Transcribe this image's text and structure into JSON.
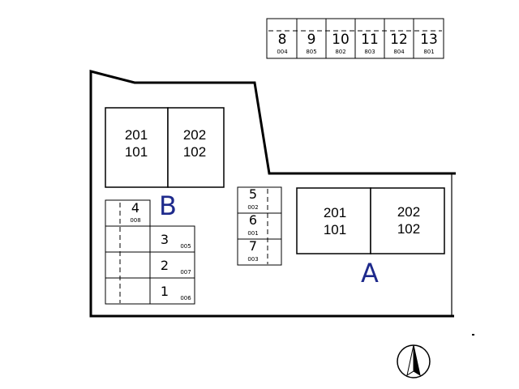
{
  "top_parking": [
    {
      "num": "8",
      "code": "004"
    },
    {
      "num": "9",
      "code": "805"
    },
    {
      "num": "10",
      "code": "802"
    },
    {
      "num": "11",
      "code": "803"
    },
    {
      "num": "12",
      "code": "804"
    },
    {
      "num": "13",
      "code": "801"
    }
  ],
  "building_b": {
    "label": "B",
    "units": [
      {
        "upper": "201",
        "lower": "101"
      },
      {
        "upper": "202",
        "lower": "102"
      }
    ]
  },
  "building_a": {
    "label": "A",
    "units": [
      {
        "upper": "201",
        "lower": "101"
      },
      {
        "upper": "202",
        "lower": "102"
      }
    ]
  },
  "left_parking": [
    {
      "num": "4",
      "code": "008"
    },
    {
      "num": "3",
      "code": "005"
    },
    {
      "num": "2",
      "code": "007"
    },
    {
      "num": "1",
      "code": "006"
    }
  ],
  "middle_parking": [
    {
      "num": "5",
      "code": "002"
    },
    {
      "num": "6",
      "code": "001"
    },
    {
      "num": "7",
      "code": "003"
    }
  ],
  "north_arrow": {
    "icon": "north-arrow-icon"
  }
}
